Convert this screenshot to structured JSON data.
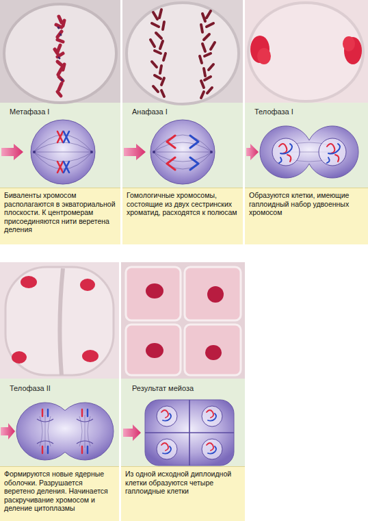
{
  "diagram": {
    "nodes": [
      {
        "text": [
          "Метафаза I"
        ]
      },
      {
        "text": [
          "Биваленты хромосом располагаются в экваториальной плоскости. К центромерам присоединяются нити веретена деления"
        ],
        "in": 0
      },
      {
        "text": [
          "Анафаза I"
        ]
      },
      {
        "text": [
          "Гомологичные хромосомы, состоящие из двух сестринских хроматид, расходятся к полюсам"
        ],
        "in": 2
      },
      {
        "text": [
          "Телофаза I"
        ]
      },
      {
        "text": [
          "Образуются клетки, имеющие гаплоидный набор удвоенных хромосом"
        ],
        "in": 4
      },
      {
        "text": [
          "Телофаза II"
        ]
      },
      {
        "text": [
          "Формируются новые ядерные оболочки. Разрушается веретено деления. Начинается раскручивание хромосом и деление цитоплазмы"
        ],
        "in": 6
      },
      {
        "text": [
          "Результат мейоза"
        ]
      },
      {
        "text": [
          "Из одной исходной диплоидной клетки образуются четыре гаплоидные клетки"
        ],
        "in": 8
      }
    ]
  }
}
